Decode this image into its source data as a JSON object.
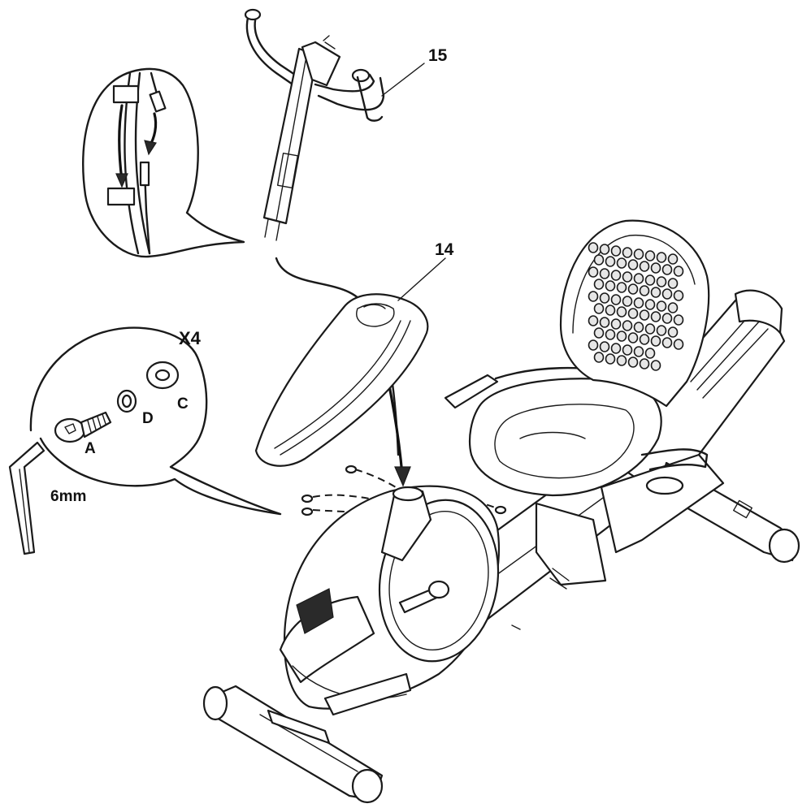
{
  "labels": {
    "part_15": "15",
    "part_14": "14",
    "quantity": "X4",
    "hw_a": "A",
    "hw_c": "C",
    "hw_d": "D",
    "tool_size": "6mm"
  },
  "icons": [
    "console-mast-drawing",
    "upright-cover-drawing",
    "bolt-icon",
    "washer-icon",
    "lock-washer-icon",
    "allen-wrench-icon",
    "wire-connector-detail",
    "recumbent-bike-drawing"
  ]
}
